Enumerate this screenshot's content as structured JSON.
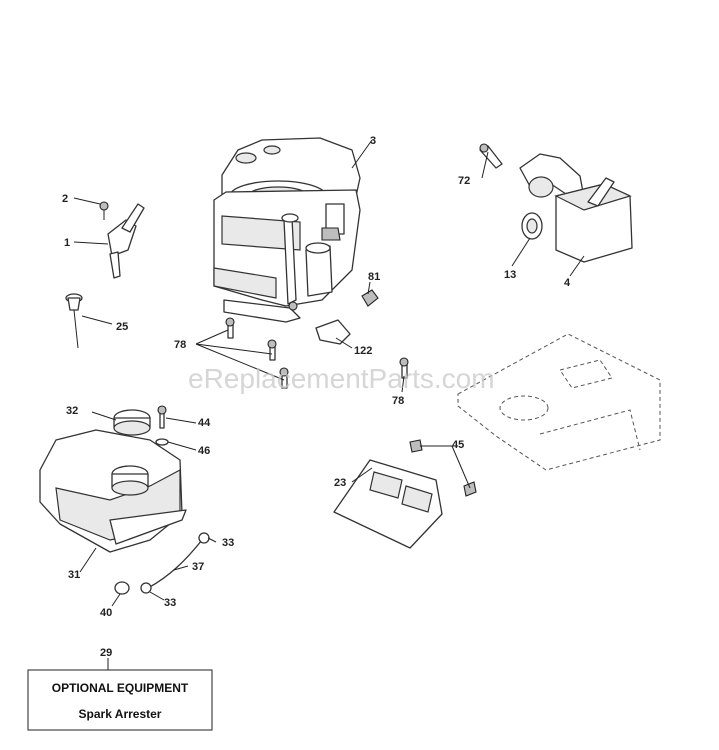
{
  "watermark": "eReplacementParts.com",
  "callouts": {
    "c1": "1",
    "c2": "2",
    "c3": "3",
    "c4": "4",
    "c13": "13",
    "c23": "23",
    "c25": "25",
    "c29": "29",
    "c31": "31",
    "c32": "32",
    "c33a": "33",
    "c33b": "33",
    "c37": "37",
    "c40": "40",
    "c44": "44",
    "c45": "45",
    "c46": "46",
    "c72": "72",
    "c78a": "78",
    "c78b": "78",
    "c81": "81",
    "c122": "122"
  },
  "optional_box": {
    "title": "OPTIONAL EQUIPMENT",
    "subtitle": "Spark Arrester"
  }
}
